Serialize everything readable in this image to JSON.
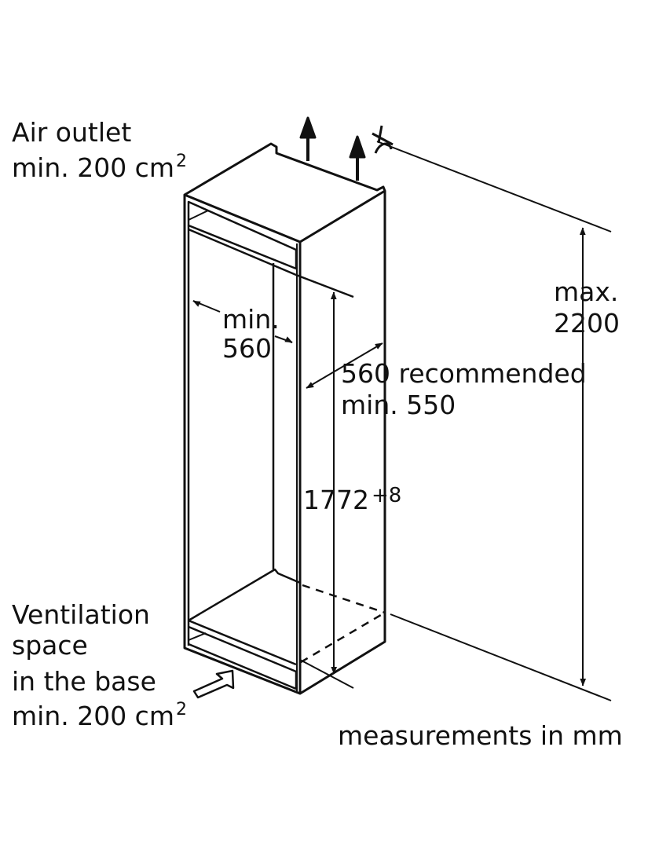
{
  "labels": {
    "air_outlet_1": "Air outlet",
    "air_outlet_2": "min. 200 cm",
    "air_outlet_sup": "2",
    "vent_1": "Ventilation",
    "vent_2": "space",
    "vent_3": "in the base",
    "vent_4": "min. 200 cm",
    "vent_sup": "2",
    "width_1": "min.",
    "width_2": "560",
    "depth_1": "560 recommended",
    "depth_2": "min. 550",
    "height_niche": "1772",
    "height_tol": "+8",
    "max_1": "max.",
    "max_2": "2200",
    "units": "measurements in mm"
  }
}
